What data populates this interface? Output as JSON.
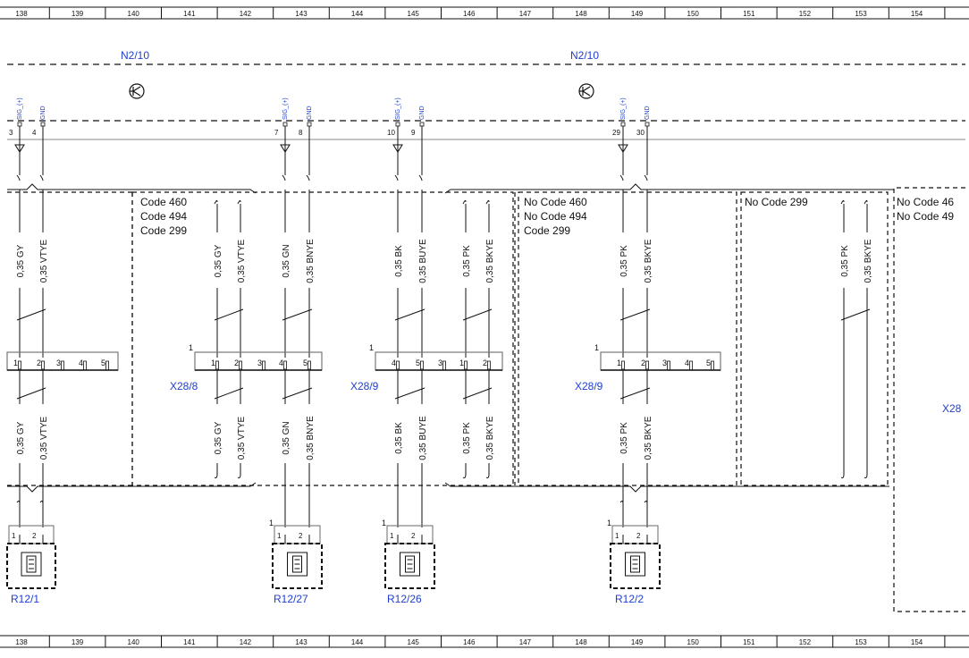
{
  "ruler": {
    "numbers": [
      "138",
      "139",
      "140",
      "141",
      "142",
      "143",
      "144",
      "145",
      "146",
      "147",
      "148",
      "149",
      "150",
      "151",
      "152",
      "153",
      "154"
    ]
  },
  "modules": [
    {
      "label": "N2/10"
    },
    {
      "label": "N2/10"
    }
  ],
  "pin_names": {
    "sig": "SIG_(+)",
    "gnd": "GND"
  },
  "pin_numbers": [
    "3",
    "4",
    "7",
    "8",
    "10",
    "9",
    "29",
    "30"
  ],
  "code_boxes": [
    {
      "lines": [
        "Code 460",
        "Code 494",
        "Code 299"
      ]
    },
    {
      "lines": [
        "No Code 460",
        "No Code 494",
        "Code 299"
      ]
    },
    {
      "lines": [
        "No Code 299"
      ]
    },
    {
      "lines": [
        "No Code 46",
        "No Code 49"
      ]
    }
  ],
  "wires": {
    "gy": "0,35 GY",
    "vtye": "0,35 VTYE",
    "gn": "0,35 GN",
    "bnye": "0,35 BNYE",
    "bk": "0,35 BK",
    "buye": "0,35 BUYE",
    "pk": "0,35 PK",
    "bkye": "0,35 BKYE"
  },
  "connectors": [
    {
      "label": "",
      "pins": [
        "1",
        "2",
        "3",
        "4",
        "5"
      ]
    },
    {
      "label": "X28/8",
      "pins": [
        "1",
        "2",
        "3",
        "4",
        "5"
      ]
    },
    {
      "label": "X28/9",
      "pins": [
        "4",
        "5",
        "3",
        "1",
        "2"
      ]
    },
    {
      "label": "X28/9",
      "pins": [
        "1",
        "2",
        "3",
        "4",
        "5"
      ]
    },
    {
      "label": "X28"
    }
  ],
  "connector_pin1": "1",
  "sensors": [
    {
      "label": "R12/1"
    },
    {
      "label": "R12/27"
    },
    {
      "label": "R12/26"
    },
    {
      "label": "R12/2"
    }
  ],
  "sensor_pins": [
    "1",
    "2"
  ],
  "sensor_pin1": "1",
  "colors": {
    "label_blue": "#1f3fcf",
    "line": "#111111",
    "grey": "#888888"
  }
}
